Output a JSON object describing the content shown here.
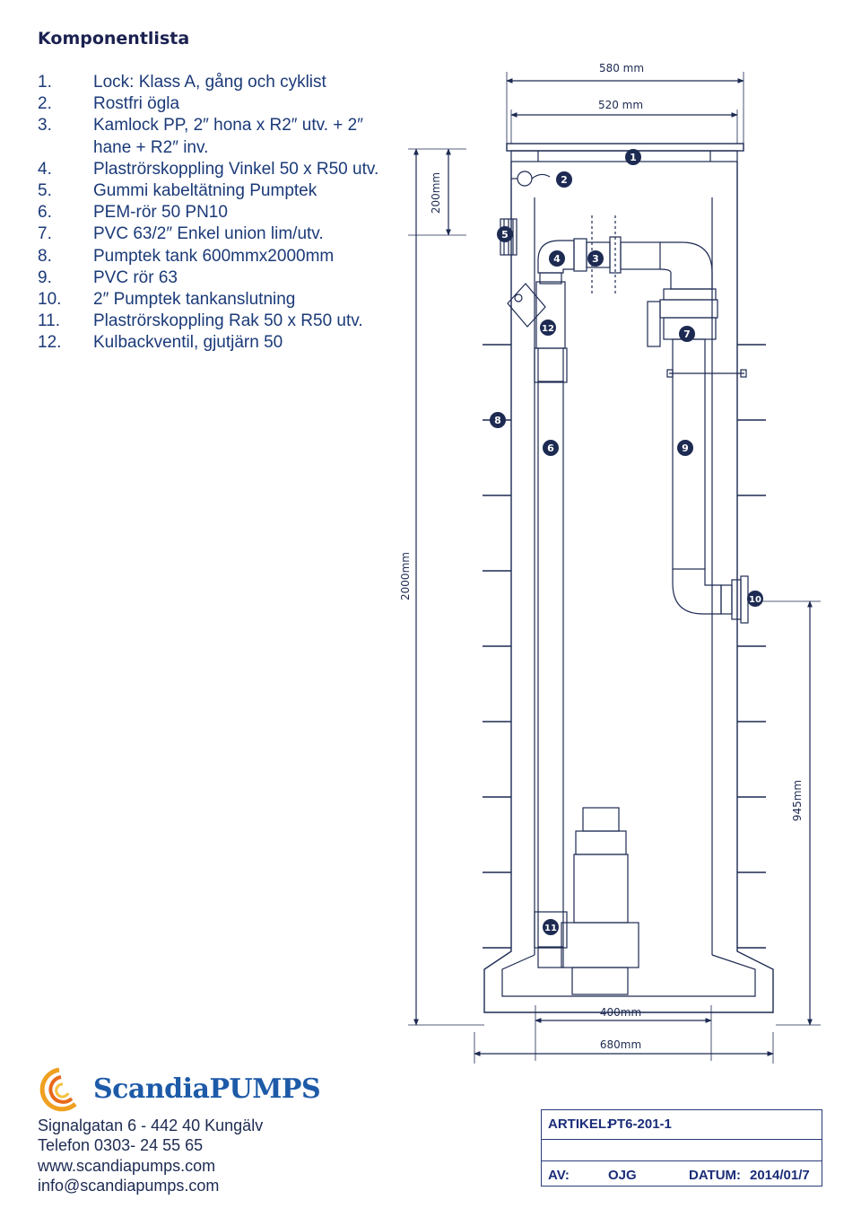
{
  "title": "Komponentlista",
  "components": [
    {
      "num": "1.",
      "text": "Lock: Klass A, gång och cyklist"
    },
    {
      "num": "2.",
      "text": "Rostfri ögla"
    },
    {
      "num": "3.",
      "text": "Kamlock PP, 2″ hona x R2″ utv. + 2″ hane + R2″ inv."
    },
    {
      "num": "4.",
      "text": "Plaströrskoppling Vinkel 50 x R50 utv."
    },
    {
      "num": "5.",
      "text": "Gummi kabeltätning Pumptek"
    },
    {
      "num": "6.",
      "text": "PEM-rör 50 PN10"
    },
    {
      "num": "7.",
      "text": "PVC 63/2″ Enkel union lim/utv."
    },
    {
      "num": "8.",
      "text": "Pumptek tank 600mmx2000mm"
    },
    {
      "num": "9.",
      "text": "PVC rör 63"
    },
    {
      "num": "10.",
      "text": "2″ Pumptek tankanslutning"
    },
    {
      "num": "11.",
      "text": "Plaströrskoppling Rak 50 x R50 utv."
    },
    {
      "num": "12.",
      "text": "Kulbackventil, gjutjärn 50"
    }
  ],
  "dimensions": {
    "d580": "580 mm",
    "d520": "520 mm",
    "d200": "200mm",
    "d2000": "2000mm",
    "d945": "945mm",
    "d400": "400mm",
    "d680": "680mm"
  },
  "markers": [
    "1",
    "2",
    "3",
    "4",
    "5",
    "6",
    "7",
    "8",
    "9",
    "10",
    "11",
    "12"
  ],
  "brand": {
    "name": "ScandiaPUMPS",
    "address": "Signalgatan 6 - 442 40 Kungälv",
    "phone": "Telefon 0303- 24 55 65",
    "web": "www.scandiapumps.com",
    "email": "info@scandiapumps.com"
  },
  "titleblock": {
    "artikel_label": "ARTIKEL:",
    "artikel_value": "PT6-201-1",
    "av_label": "AV:",
    "av_value": "OJG",
    "datum_label": "DATUM:",
    "datum_value": "2014/01/7"
  },
  "colors": {
    "line": "#1d2a52",
    "brand_blue": "#1d5aa8",
    "brand_orange": "#f0a020"
  }
}
